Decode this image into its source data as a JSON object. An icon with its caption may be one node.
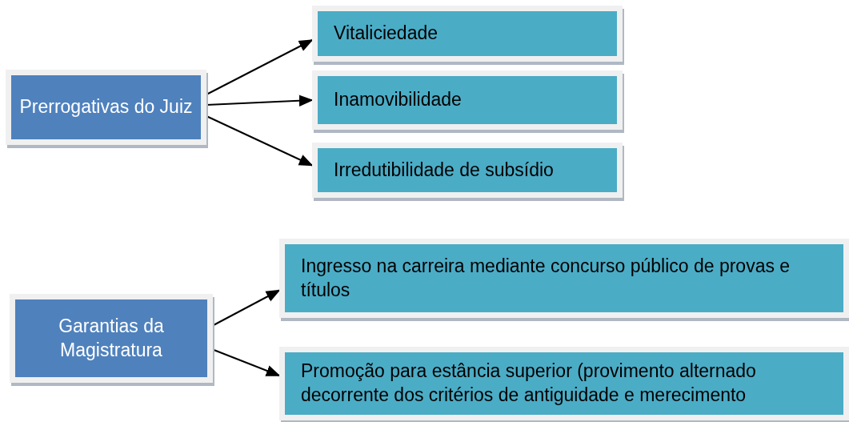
{
  "diagram": {
    "nodes": [
      {
        "text": [
          "Prerrogativas do Juiz"
        ]
      },
      {
        "text": [
          "Vitaliciedade"
        ]
      },
      {
        "text": [
          "Inamovibilidade"
        ]
      },
      {
        "text": [
          "Irredutibilidade de subsídio"
        ]
      },
      {
        "text": [
          "Garantias da Magistratura"
        ]
      },
      {
        "text": [
          "Ingresso na carreira mediante concurso público de provas e títulos"
        ]
      },
      {
        "text": [
          "Promoção para estância superior (provimento alternado decorrente dos critérios de antiguidade e merecimento"
        ]
      }
    ],
    "edges": [
      {
        "from": 0,
        "to": 1,
        "arrow": "to"
      },
      {
        "from": 0,
        "to": 2,
        "arrow": "to"
      },
      {
        "from": 0,
        "to": 3,
        "arrow": "to"
      },
      {
        "from": 4,
        "to": 5,
        "arrow": "to"
      },
      {
        "from": 4,
        "to": 6,
        "arrow": "to"
      }
    ]
  }
}
